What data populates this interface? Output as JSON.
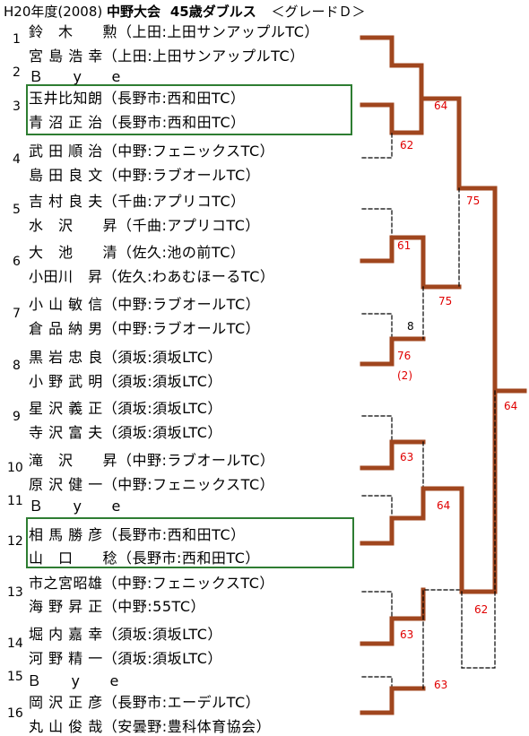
{
  "title": {
    "year": "H20年度(2008)",
    "event": "中野大会",
    "category": "45歳ダブルス",
    "grade": "＜グレードＤ＞"
  },
  "entries": [
    {
      "num": "1",
      "p1": "鈴　木　　勲（上田:上田サンアップルTC）",
      "p2": "宮 島 浩 幸（上田:上田サンアップルTC）"
    },
    {
      "num": "2",
      "p1": "Ｂ　　y　　e",
      "p2": ""
    },
    {
      "num": "3",
      "p1": "玉井比知朗（長野市:西和田TC）",
      "p2": "青 沼 正 治（長野市:西和田TC）"
    },
    {
      "num": "4",
      "p1": "武 田 順 治（中野:フェニックスTC）",
      "p2": "島 田 良 文（中野:ラブオールTC）"
    },
    {
      "num": "5",
      "p1": "吉 村 良 夫（千曲:アプリコTC）",
      "p2": "水　沢　　昇（千曲:アプリコTC）"
    },
    {
      "num": "6",
      "p1": "大　池　　清（佐久:池の前TC）",
      "p2": "小田川　昇（佐久:わあむほーるTC）"
    },
    {
      "num": "7",
      "p1": "小 山 敏 信（中野:ラブオールTC）",
      "p2": "倉 品 納 男（中野:ラブオールTC）"
    },
    {
      "num": "8",
      "p1": "黒 岩 忠 良（須坂:須坂LTC）",
      "p2": "小 野 武 明（須坂:須坂LTC）"
    },
    {
      "num": "9",
      "p1": "星 沢 義 正（須坂:須坂LTC）",
      "p2": "寺 沢 富 夫（須坂:須坂LTC）"
    },
    {
      "num": "10",
      "p1": "滝　沢　　昇（中野:ラブオールTC）",
      "p2": "原 沢 健 一（中野:フェニックスTC）"
    },
    {
      "num": "11",
      "p1": "Ｂ　　y　　e",
      "p2": ""
    },
    {
      "num": "12",
      "p1": "相 馬 勝 彦（長野市:西和田TC）",
      "p2": "山　口　　稔（長野市:西和田TC）"
    },
    {
      "num": "13",
      "p1": "市之宮昭雄（中野:フェニックスTC）",
      "p2": "海 野 昇 正（中野:55TC）"
    },
    {
      "num": "14",
      "p1": "堀 内 嘉 幸（須坂:須坂LTC）",
      "p2": "河 野 精 一（須坂:須坂LTC）"
    },
    {
      "num": "15",
      "p1": "Ｂ　　y　　e",
      "p2": ""
    },
    {
      "num": "16",
      "p1": "岡 沢 正 彦（長野市:エーデルTC）",
      "p2": "丸 山 俊 哉（安曇野:豊科体育協会）"
    }
  ],
  "scores": {
    "r1_3v4": "62",
    "r1_5v6": "61",
    "r1_7v8_wo": "8",
    "r1_7v8": "76",
    "r1_7v8_tb": "(2)",
    "r1_9v10": "63",
    "r1_13v14": "63",
    "r1_16": "63",
    "r2_top": "64",
    "r2_5_8": "75",
    "r2_9_12": "64",
    "r2_13_16": "62",
    "sf_top": "75",
    "final": "64"
  },
  "colors": {
    "winner_line": "#a0461e",
    "loser_line": "#000000",
    "score": "#e00000",
    "seed_box": "#2e7d32"
  }
}
